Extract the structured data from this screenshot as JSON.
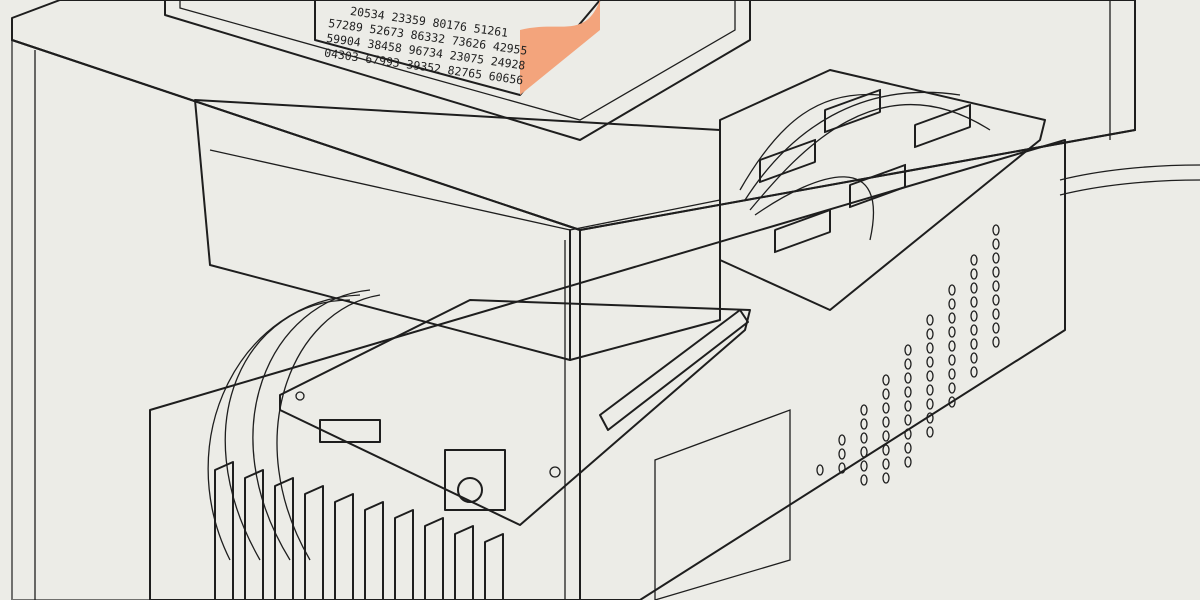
{
  "receipt": {
    "lines": [
      "20534 23359 80176 51261",
      "57289 52673 86332 73626 42955",
      "59904 38458 96734 23075 24928",
      "04303 67993 39352 82765 60656"
    ]
  },
  "colors": {
    "background": "#ecece7",
    "accent": "#f9c8aa",
    "accent_dark": "#f3a47c",
    "panel": "#e4e4df",
    "line": "#1e1e1e"
  }
}
